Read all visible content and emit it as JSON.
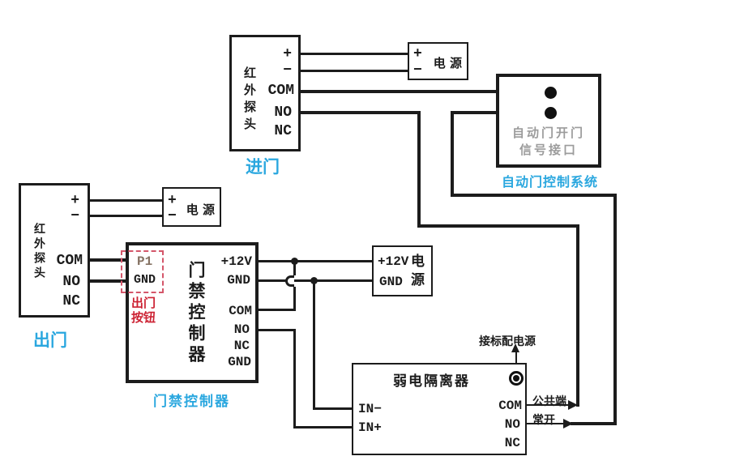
{
  "colors": {
    "line": "#1c1c1c",
    "label_cyan": "#2aa7df",
    "note_red": "#cc2233",
    "dashed_red": "#d4566a",
    "p1_brown": "#857263",
    "gray_text": "#9c9c9c"
  },
  "entry_sensor": {
    "name": "红外探头",
    "terminals": [
      "+",
      "−",
      "COM",
      "NO",
      "NC"
    ],
    "label": "进门"
  },
  "entry_power": {
    "terminals": [
      "+",
      "−"
    ],
    "name": "电 源"
  },
  "auto_door": {
    "line1": "自动门开门",
    "line2": "信号接口",
    "label": "自动门控制系统"
  },
  "exit_sensor": {
    "name": "红外探头",
    "terminals": [
      "+",
      "−",
      "COM",
      "NO",
      "NC"
    ],
    "label": "出门"
  },
  "exit_power": {
    "terminals": [
      "+",
      "−"
    ],
    "name": "电 源"
  },
  "controller": {
    "name": "门禁控制器",
    "left_terminals": [
      "P1",
      "GND"
    ],
    "right_terminals": [
      "+12V",
      "GND",
      "COM",
      "NO",
      "NC",
      "GND"
    ],
    "label": "门禁控制器",
    "exit_button_note": [
      "出门",
      "按钮"
    ]
  },
  "dc_power": {
    "left_terminals": [
      "+12V",
      "GND"
    ],
    "name": "电源"
  },
  "isolator": {
    "title": "弱电隔离器",
    "left_terminals": [
      "IN−",
      "IN+"
    ],
    "right_terminals": [
      "COM",
      "NO",
      "NC"
    ],
    "power_note": "接标配电源",
    "com_wire_label": "公共端",
    "no_wire_label": "常开"
  }
}
